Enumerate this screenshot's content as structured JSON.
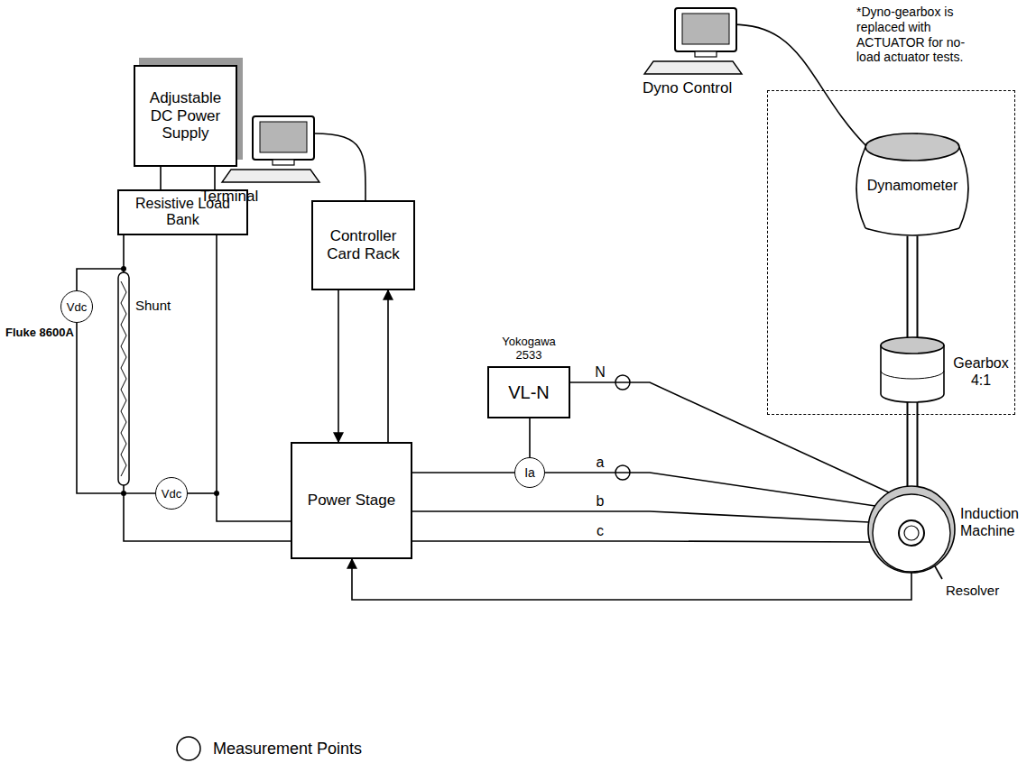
{
  "diagram": {
    "nodes": [
      {
        "text": [
          "Dyno Control"
        ]
      },
      {
        "text": [
          "*Dyno-gearbox is replaced with ACTUATOR for no-load actuator tests."
        ]
      },
      {
        "text": [
          "Dynamometer"
        ],
        "in": 1
      },
      {
        "text": [
          "Gearbox 4:1"
        ],
        "in": 1
      },
      {
        "text": [
          "Adjustable DC Power Supply"
        ]
      },
      {
        "text": [
          "Resistive Load Bank"
        ]
      },
      {
        "text": [
          "Terminal"
        ]
      },
      {
        "text": [
          "Controller Card Rack"
        ]
      },
      {
        "text": [
          "Yokogawa 2533",
          "VL-N"
        ]
      },
      {
        "text": [
          "Vdc"
        ]
      },
      {
        "text": [
          "Vdc"
        ]
      },
      {
        "text": [
          "Ia"
        ]
      },
      {
        "text": [
          "Power Stage"
        ]
      },
      {
        "text": [
          "Induction Machine"
        ]
      }
    ],
    "edges": [
      {
        "from": 0,
        "to": 2,
        "arrow": "none"
      },
      {
        "from": 4,
        "to": 5,
        "arrow": "none"
      },
      {
        "from": 4,
        "to": 5,
        "arrow": "none"
      },
      {
        "from": 6,
        "to": 7,
        "arrow": "none"
      },
      {
        "from": 7,
        "to": 12,
        "arrow": "to"
      },
      {
        "from": 12,
        "to": 7,
        "arrow": "to"
      },
      {
        "from": 5,
        "to": 12,
        "arrow": "none"
      },
      {
        "from": 5,
        "to": 12,
        "arrow": "none"
      },
      {
        "from": 8,
        "to": 11,
        "arrow": "none"
      },
      {
        "from": 12,
        "to": 11,
        "arrow": "none"
      },
      {
        "from": 11,
        "to": 13,
        "arrow": "none",
        "label": "a"
      },
      {
        "from": 8,
        "to": 13,
        "arrow": "none",
        "label": "N"
      },
      {
        "from": 12,
        "to": 13,
        "arrow": "none",
        "label": "b"
      },
      {
        "from": 12,
        "to": 13,
        "arrow": "none",
        "label": "c"
      },
      {
        "from": 13,
        "to": 12,
        "arrow": "to"
      },
      {
        "from": 2,
        "to": 3,
        "arrow": "none"
      },
      {
        "from": 3,
        "to": 13,
        "arrow": "none"
      }
    ],
    "labels": [
      "Fluke 8600A",
      "Shunt",
      "Resolver"
    ],
    "legend": [
      {
        "text": "Measurement Points"
      }
    ]
  }
}
